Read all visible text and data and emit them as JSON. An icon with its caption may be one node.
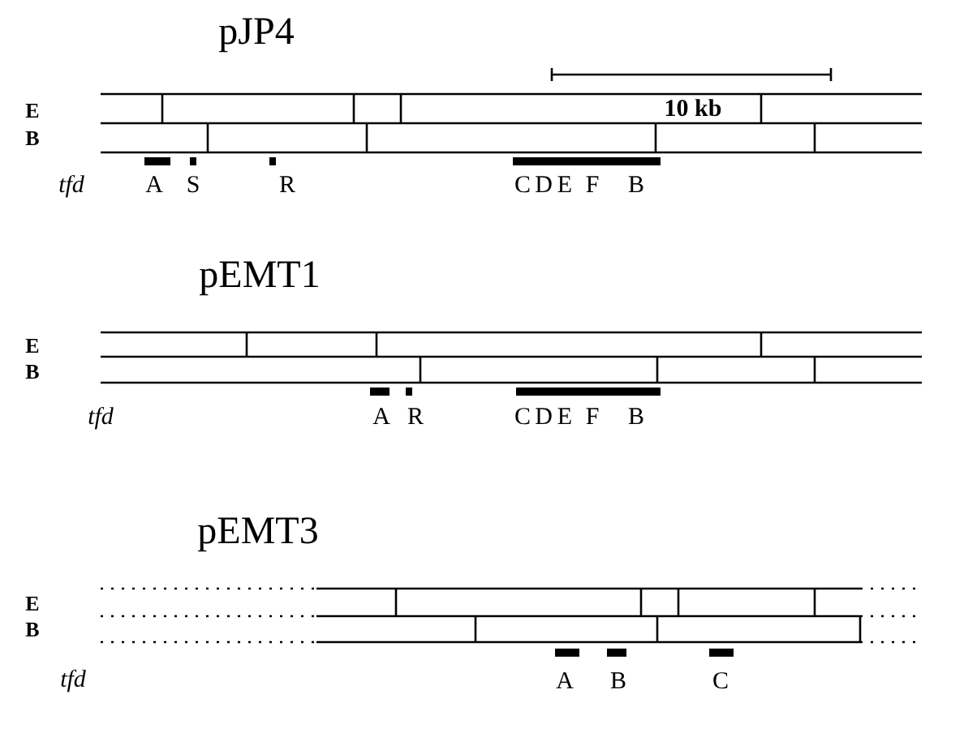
{
  "diagram": {
    "labels": [
      "pJP4",
      "E",
      "10 kb",
      "B",
      "tfd",
      "A",
      "S",
      "R",
      "C",
      "D",
      "E",
      "F",
      "B",
      "pEMT1",
      "E",
      "B",
      "tfd",
      "A",
      "R",
      "C",
      "D",
      "E",
      "F",
      "B",
      "pEMT3",
      "E",
      "B",
      "tfd",
      "A",
      "B",
      "C"
    ]
  }
}
